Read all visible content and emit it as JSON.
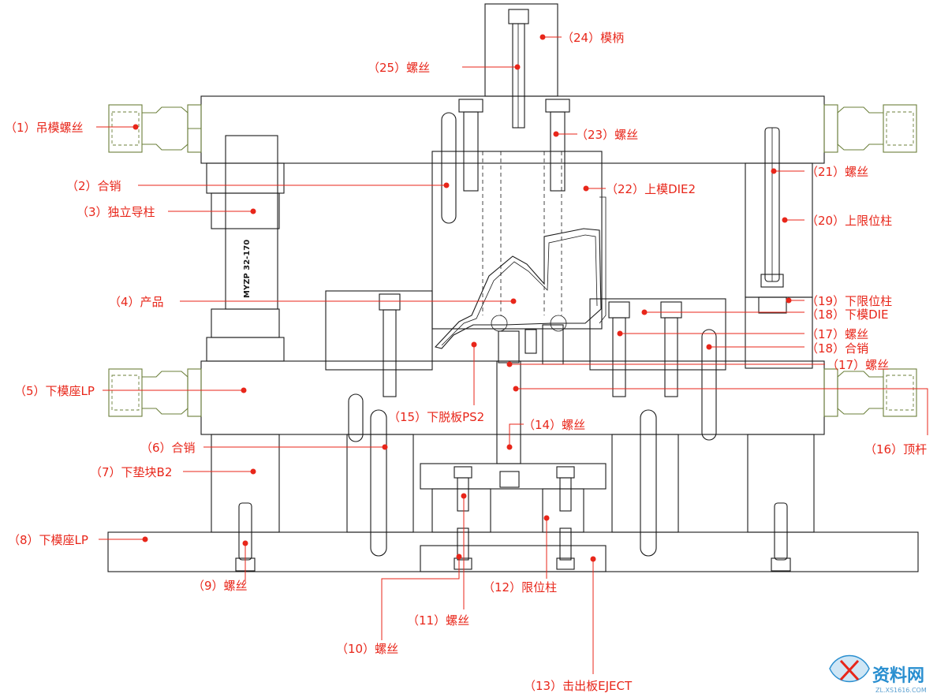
{
  "labels": {
    "l1": "（1）吊模螺丝",
    "l2": "（2）合销",
    "l3": "（3）独立导柱",
    "l4": "（4）产品",
    "l5": "（5）下模座LP",
    "l6": "（6）合销",
    "l7": "（7）下垫块B2",
    "l8": "（8）下模座LP",
    "l9": "（9）螺丝",
    "l10": "（10）螺丝",
    "l11": "（11）螺丝",
    "l12": "（12）限位柱",
    "l13": "（13）击出板EJECT",
    "l14": "（14）螺丝",
    "l15": "（15）下脱板PS2",
    "l16": "（16）顶杆",
    "l17a": "（17）螺丝",
    "l17b": "（17）螺丝",
    "l18a": "（18）下模DIE",
    "l18b": "（18）合销",
    "l19": "（19）下限位柱",
    "l20": "（20）上限位柱",
    "l21": "（21）螺丝",
    "l22": "（22）上模DIE2",
    "l23": "（23）螺丝",
    "l24": "（24）模柄",
    "l25": "（25）螺丝"
  },
  "post_stamp": "MYZP 32-170",
  "watermark": {
    "brand": "资料网",
    "url": "ZL.XS1616.COM"
  },
  "colors": {
    "callout": "#e8261a",
    "outline": "#1a1a1a",
    "lifting_screw": "#6b7f3a",
    "watermark": "#2a8fd0"
  }
}
